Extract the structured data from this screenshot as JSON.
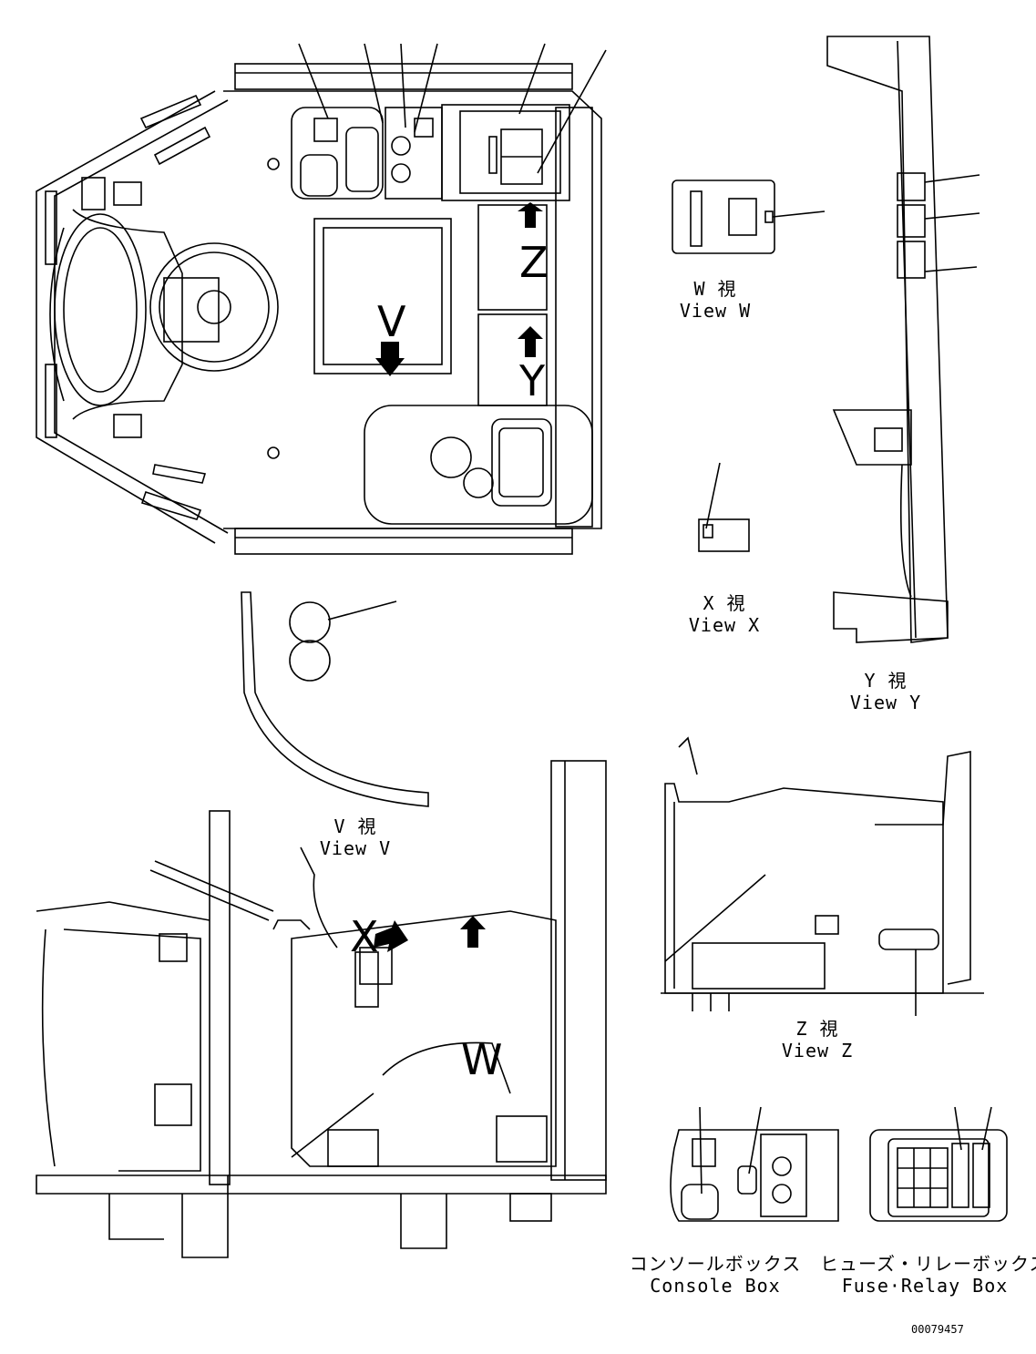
{
  "views": {
    "w": {
      "jp": "W 視",
      "en": "View W"
    },
    "x": {
      "jp": "X 視",
      "en": "View X"
    },
    "y": {
      "jp": "Y 視",
      "en": "View Y"
    },
    "v": {
      "jp": "V 視",
      "en": "View V"
    },
    "z": {
      "jp": "Z 視",
      "en": "View Z"
    }
  },
  "boxes": {
    "console": {
      "jp": "コンソールボックス",
      "en": "Console Box"
    },
    "fuse": {
      "jp": "ヒューズ・リレーボックス",
      "en": "Fuse·Relay Box"
    }
  },
  "arrows": {
    "v": "V",
    "z": "Z",
    "y": "Y",
    "x": "X",
    "w": "W"
  },
  "drawing_number": "00079457",
  "colors": {
    "line": "#000000",
    "background": "#ffffff"
  }
}
